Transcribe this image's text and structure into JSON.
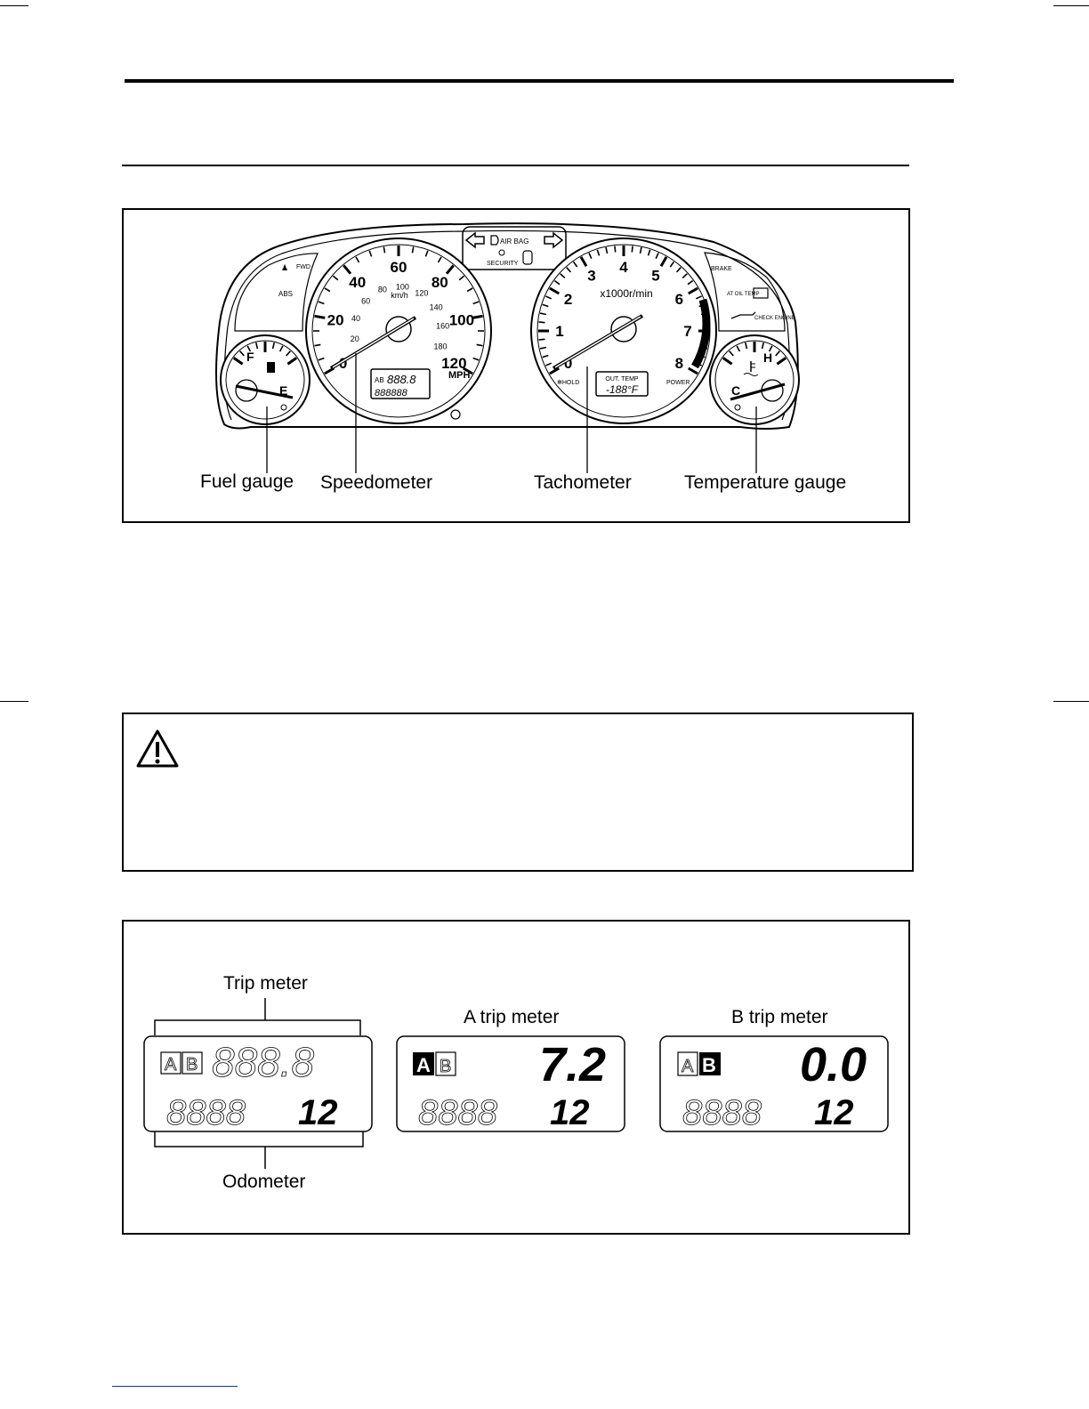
{
  "figure1": {
    "labels": {
      "fuel_gauge": "Fuel gauge",
      "speedometer": "Speedometer",
      "tachometer": "Tachometer",
      "temperature_gauge": "Temperature gauge"
    },
    "speedometer": {
      "mph_ticks": [
        "0",
        "20",
        "40",
        "60",
        "80",
        "100",
        "120"
      ],
      "kmh_ticks": [
        "20",
        "40",
        "60",
        "80",
        "100",
        "120",
        "140",
        "160",
        "180"
      ],
      "kmh_unit": "km/h",
      "mph_unit": "MPH",
      "lcd_top": "888.8",
      "lcd_bottom": "888888",
      "lcd_ab": "AB"
    },
    "tachometer": {
      "ticks": [
        "0",
        "1",
        "2",
        "3",
        "4",
        "5",
        "6",
        "7",
        "8"
      ],
      "unit": "x1000r/min",
      "hold": "✻HOLD",
      "power": "POWER",
      "out_temp_label": "OUT. TEMP",
      "out_temp_value": "-188°F"
    },
    "fuel": {
      "full": "F",
      "empty": "E"
    },
    "temperature": {
      "hot": "H",
      "cold": "C"
    },
    "indicators": {
      "fwd": "FWD",
      "abs": "ABS",
      "air_bag": "AIR BAG",
      "security": "SECURITY",
      "brake": "BRAKE",
      "at_oil_temp": "AT OIL TEMP",
      "check_engine": "CHECK ENGINE"
    }
  },
  "figure2": {
    "trip_meter_label": "Trip meter",
    "odometer_label": "Odometer",
    "a_trip_label": "A trip meter",
    "b_trip_label": "B trip meter",
    "a_letter": "A",
    "b_letter": "B",
    "a_trip_value": "7.2",
    "b_trip_value": "0.0",
    "odometer_value": "12",
    "ghost_top": "888.8",
    "ghost_bottom": "8888"
  }
}
